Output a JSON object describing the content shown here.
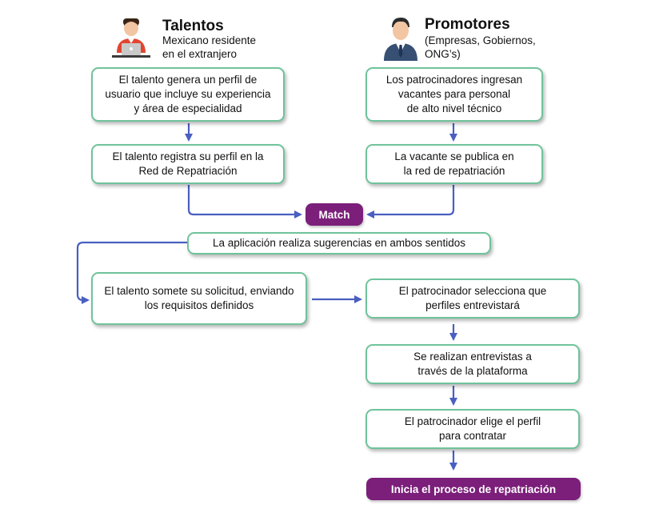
{
  "colors": {
    "box_border": "#6fc39b",
    "arrow": "#4a5fc1",
    "pill_fill": "#7b1f7a",
    "pill_text": "#ffffff"
  },
  "icons": {
    "talentos": "person-at-laptop-icon",
    "promotores": "businessman-icon"
  },
  "talentos": {
    "title": "Talentos",
    "subtitle": "Mexicano residente\nen el extranjero"
  },
  "promotores": {
    "title": "Promotores",
    "subtitle": "(Empresas, Gobiernos,\nONG’s)"
  },
  "steps": {
    "talento_perfil": "El talento genera un perfil de\nusuario que incluye su experiencia\ny área de especialidad",
    "talento_registra": "El talento registra su perfil en la\nRed de Repatriación",
    "patrocinadores_ingresan": "Los patrocinadores ingresan\nvacantes para personal\nde alto nivel técnico",
    "vacante_publica": "La vacante se publica en\nla red de repatriación",
    "match": "Match",
    "sugerencias": "La aplicación realiza sugerencias en ambos sentidos",
    "talento_solicitud": "El talento somete su solicitud, enviando\nlos requisitos definidos",
    "patrocinador_selecciona": "El patrocinador selecciona que\nperfiles entrevistará",
    "entrevistas": "Se realizan entrevistas a\ntravés de la plataforma",
    "patrocinador_elige": "El patrocinador elige el perfil\npara contratar",
    "inicia_proceso": "Inicia el proceso de repatriación"
  }
}
